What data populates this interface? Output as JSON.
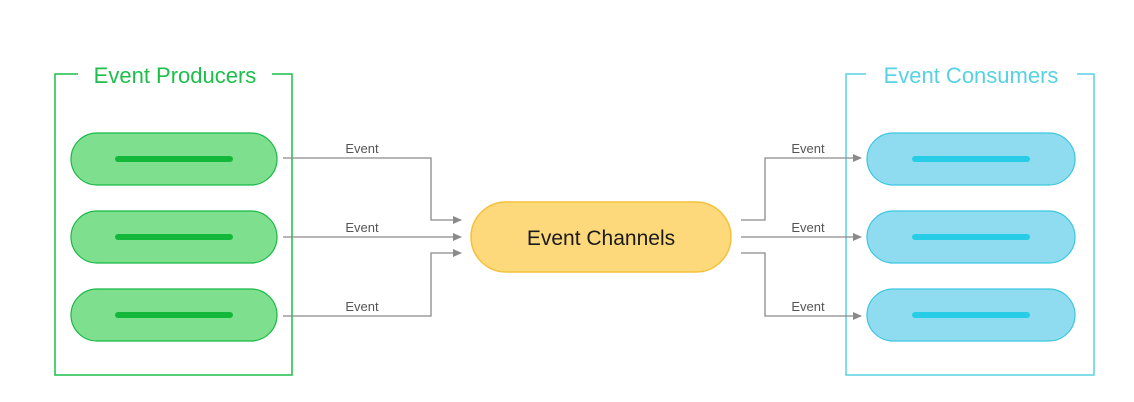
{
  "producers": {
    "title": "Event Producers",
    "count": 3,
    "color": "#1dbf4a",
    "fill": "#7ee08f",
    "bar": "#13b83a"
  },
  "consumers": {
    "title": "Event Consumers",
    "count": 3,
    "color": "#56d2e2",
    "fill": "#8fdcf0",
    "bar": "#27cde6"
  },
  "channel": {
    "label": "Event Channels",
    "fill": "#fdd97b",
    "stroke": "#f5c13a"
  },
  "edges": {
    "inbound": [
      "Event",
      "Event",
      "Event"
    ],
    "outbound": [
      "Event",
      "Event",
      "Event"
    ],
    "color": "#8a8a8a"
  }
}
